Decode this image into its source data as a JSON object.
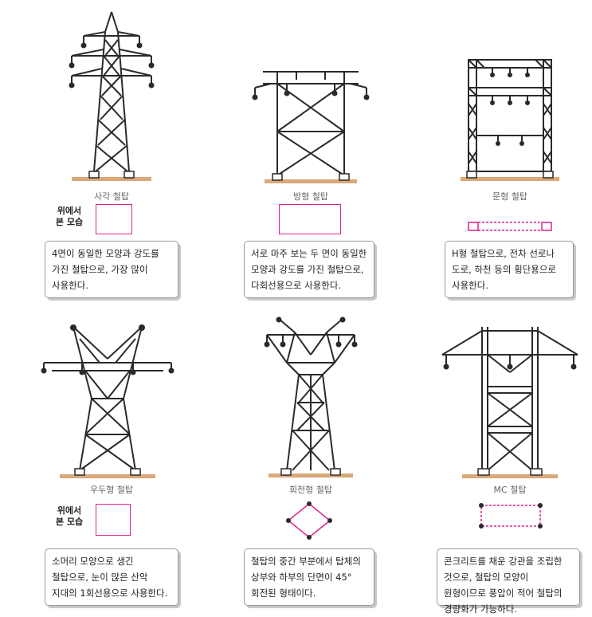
{
  "top_view_label": "위에서\n본 모습",
  "towers": [
    {
      "caption": "사각 철탑",
      "description": "4면이 동일한 모양과 강도를 가진 철탑으로, 가장 많이 사용한다."
    },
    {
      "caption": "방형 철탑",
      "description": "서로 마주 보는 두 면이 동일한 모양과 강도를 가진 철탑으로, 다회선용으로 사용한다."
    },
    {
      "caption": "문형 철탑",
      "description": "H형 철탑으로, 전차 선로나 도로, 하천 등의 횡단용으로 사용한다."
    },
    {
      "caption": "우두형 철탑",
      "description": "소머리 모양으로 생긴 철탑으로, 눈이 많은 산악 지대의 1회선용으로 사용한다."
    },
    {
      "caption": "회전형 철탑",
      "description": "철탑의 중간 부분에서 탑체의 상부와 하부의 단면이 45° 회전된 형태이다."
    },
    {
      "caption": "MC 철탑",
      "description": "콘크리트를 채운 강관을 조립한 것으로, 철탑의 모양이 원형이므로 풍압이 적어 철탑의 경량화가 가능하다."
    }
  ],
  "colors": {
    "accent": "#e0208c",
    "ground": "#d9a978",
    "structure": "#2a2a2a"
  }
}
